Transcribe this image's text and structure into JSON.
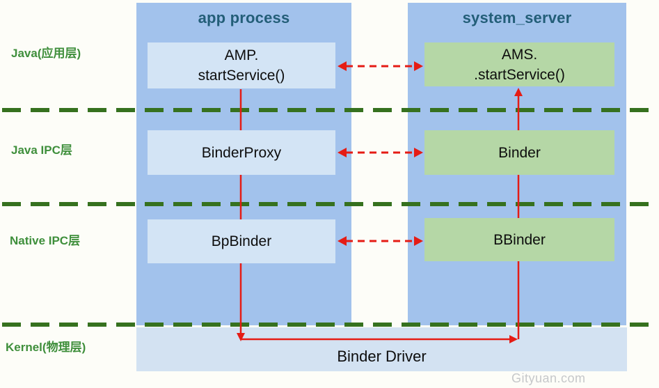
{
  "diagram": {
    "watermark": "Gityuan.com",
    "colors": {
      "page_bg": "#fdfdf8",
      "column_bg": "#a2c2ec",
      "light_blue_box": "#d3e4f5",
      "green_box": "#b5d7a6",
      "driver_box": "#d3e2f2",
      "layer_label": "#3f8f3c",
      "separator": "#36711f",
      "header_text": "#235e78",
      "arrow_red": "#e51c15",
      "box_text": "#0d0d0d",
      "watermark": "#c6c8ca"
    },
    "layers": [
      {
        "label": "Java(应用层)"
      },
      {
        "label": "Java IPC层"
      },
      {
        "label": "Native IPC层"
      },
      {
        "label": "Kernel(物理层)"
      }
    ],
    "columns": {
      "app": {
        "title": "app process",
        "boxes": [
          {
            "line1": "AMP.",
            "line2": "startService()"
          },
          {
            "line1": "BinderProxy"
          },
          {
            "line1": "BpBinder"
          }
        ]
      },
      "system": {
        "title": "system_server",
        "boxes": [
          {
            "line1": "AMS.",
            "line2": ".startService()"
          },
          {
            "line1": "Binder"
          },
          {
            "line1": "BBinder"
          }
        ]
      }
    },
    "kernel": {
      "driver_label": "Binder Driver"
    }
  }
}
